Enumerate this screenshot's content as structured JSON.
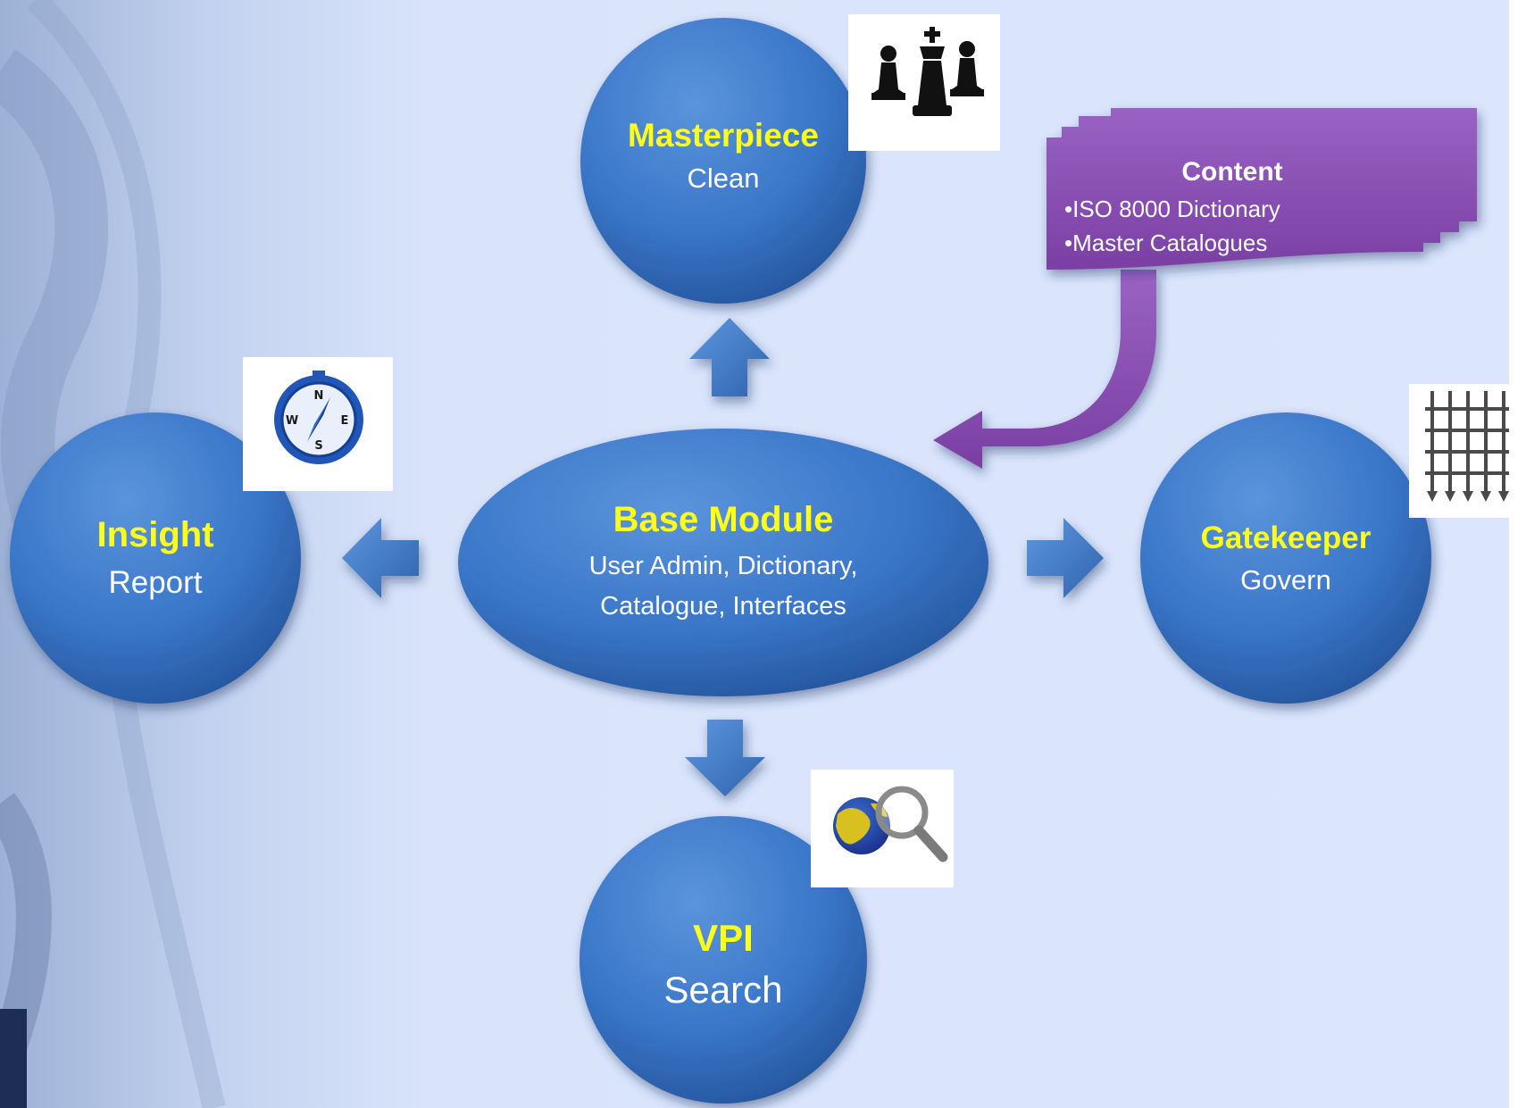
{
  "nodes": {
    "masterpiece": {
      "title": "Masterpiece",
      "subtitle": "Clean"
    },
    "base": {
      "title": "Base Module",
      "line1": "User Admin, Dictionary,",
      "line2": "Catalogue, Interfaces"
    },
    "insight": {
      "title": "Insight",
      "subtitle": "Report"
    },
    "gatekeeper": {
      "title": "Gatekeeper",
      "subtitle": "Govern"
    },
    "vpi": {
      "title": "VPI",
      "subtitle": "Search"
    }
  },
  "content_box": {
    "title": "Content",
    "items": [
      "•ISO 8000 Dictionary",
      "•Master Catalogues"
    ]
  },
  "icons": {
    "masterpiece": "chess-pieces-icon",
    "insight": "compass-icon",
    "gatekeeper": "portcullis-gate-icon",
    "vpi": "globe-magnifier-icon"
  },
  "colors": {
    "node_fill": "#3a76c8",
    "title_text": "#ffff1a",
    "subtitle_text": "#ffffff",
    "content_fill": "#8a4fb0",
    "background": "#dbe5fc"
  }
}
